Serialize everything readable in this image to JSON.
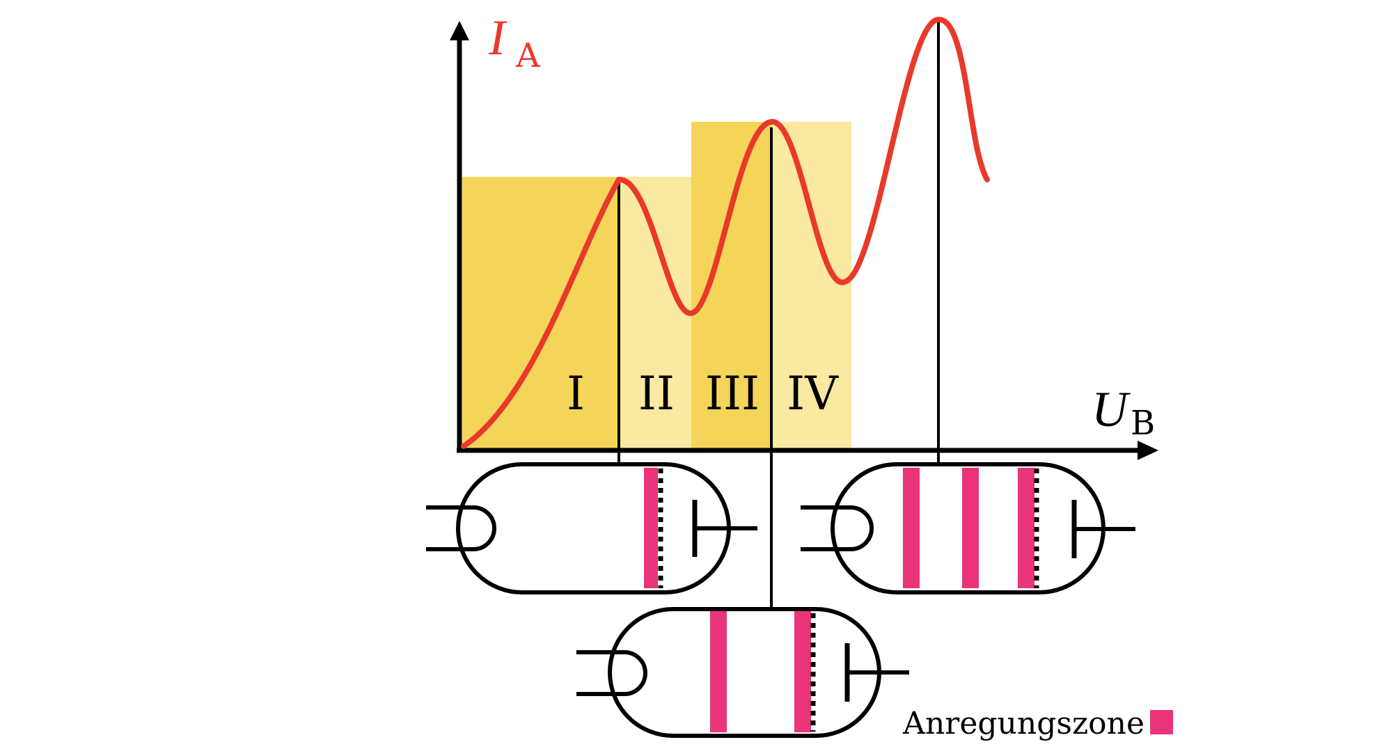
{
  "axes": {
    "y_symbol": "I",
    "y_subscript": "A",
    "x_symbol": "U",
    "x_subscript": "B"
  },
  "regions": [
    {
      "label": "I"
    },
    {
      "label": "II"
    },
    {
      "label": "III"
    },
    {
      "label": "IV"
    }
  ],
  "legend": {
    "label": "Anregungszone"
  },
  "colors": {
    "curve": "#e8392a",
    "zone_dark": "#f4d55a",
    "zone_light": "#fae9a0",
    "excitation": "#e9347a",
    "ink": "#000000"
  },
  "tubes": [
    {
      "name": "first-maximum-tube",
      "excitation_zones": 1
    },
    {
      "name": "second-maximum-tube",
      "excitation_zones": 2
    },
    {
      "name": "third-maximum-tube",
      "excitation_zones": 3
    }
  ]
}
